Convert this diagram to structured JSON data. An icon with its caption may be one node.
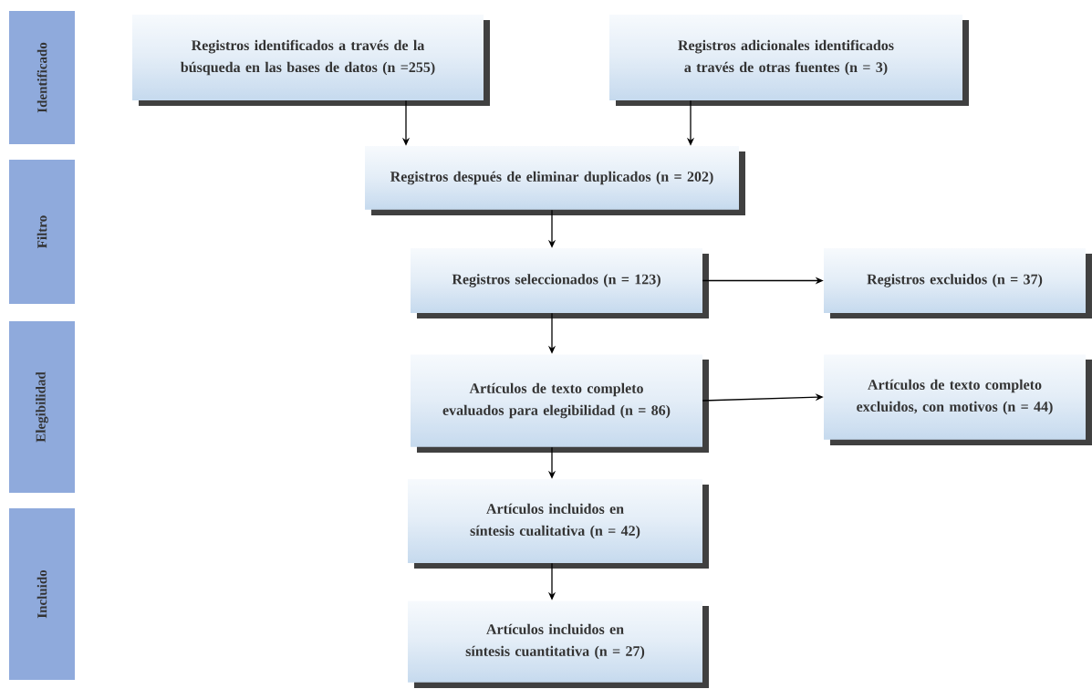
{
  "diagram": {
    "nodes": [
      {
        "text": [
          "Identificado"
        ]
      },
      {
        "text": [
          "Filtro"
        ]
      },
      {
        "text": [
          "Elegibilidad"
        ]
      },
      {
        "text": [
          "Incluido"
        ]
      },
      {
        "text": [
          "Registros identificados a través de la búsqueda en las bases de datos (n =255)"
        ]
      },
      {
        "text": [
          "Registros adicionales identificados a través de otras fuentes (n = 3)"
        ]
      },
      {
        "text": [
          "Registros después de eliminar duplicados (n = 202)"
        ]
      },
      {
        "text": [
          "Registros seleccionados (n = 123)"
        ]
      },
      {
        "text": [
          "Registros excluidos (n = 37)"
        ]
      },
      {
        "text": [
          "Artículos de texto completo evaluados para elegibilidad (n = 86)"
        ]
      },
      {
        "text": [
          "Artículos de texto completo excluidos, con motivos (n = 44)"
        ]
      },
      {
        "text": [
          "Artículos incluidos en síntesis cualitativa (n = 42)"
        ]
      },
      {
        "text": [
          "Artículos incluidos en síntesis cuantitativa (n = 27)"
        ]
      }
    ],
    "edges": [
      {
        "from": 4,
        "to": 6,
        "arrow": "to"
      },
      {
        "from": 5,
        "to": 6,
        "arrow": "to"
      },
      {
        "from": 6,
        "to": 7,
        "arrow": "to"
      },
      {
        "from": 7,
        "to": 8,
        "arrow": "to"
      },
      {
        "from": 7,
        "to": 9,
        "arrow": "to"
      },
      {
        "from": 9,
        "to": 10,
        "arrow": "to"
      },
      {
        "from": 9,
        "to": 11,
        "arrow": "to"
      },
      {
        "from": 11,
        "to": 12,
        "arrow": "to"
      }
    ]
  }
}
